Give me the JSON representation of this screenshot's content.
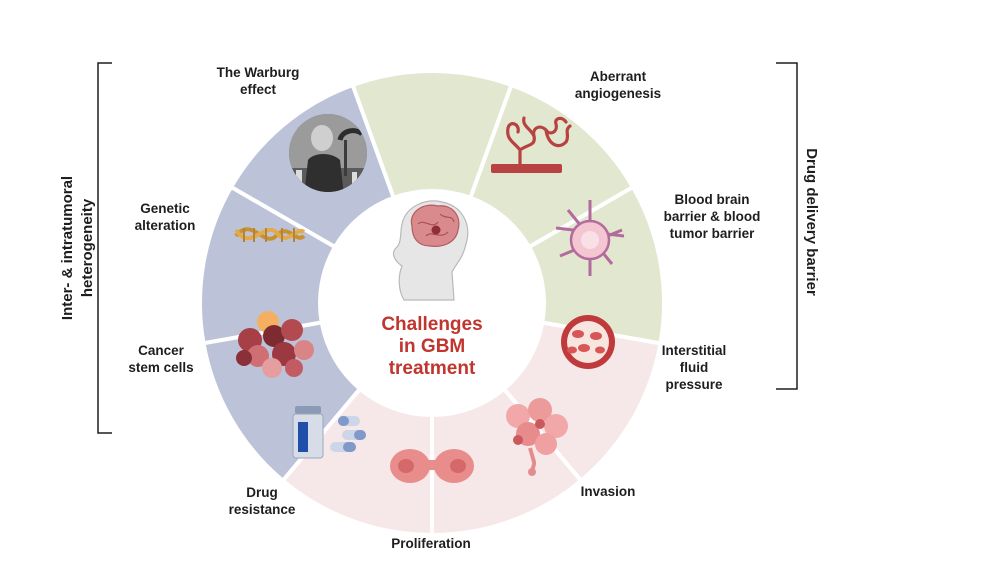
{
  "center": {
    "title_lines": [
      "Challenges",
      "in GBM",
      "treatment"
    ]
  },
  "segments": [
    {
      "id": "warburg",
      "label_lines": [
        "The Warburg",
        "effect"
      ],
      "icon": "warburg-portrait-icon",
      "group": "heterogeneity"
    },
    {
      "id": "genetic",
      "label_lines": [
        "Genetic",
        "alteration"
      ],
      "icon": "dna-helix-icon",
      "group": "heterogeneity"
    },
    {
      "id": "stem",
      "label_lines": [
        "Cancer",
        "stem cells"
      ],
      "icon": "cancer-cell-cluster-icon",
      "group": "heterogeneity"
    },
    {
      "id": "drug",
      "label_lines": [
        "Drug",
        "resistance"
      ],
      "icon": "pill-bottle-icon",
      "group": "resistance"
    },
    {
      "id": "prolif",
      "label_lines": [
        "Proliferation"
      ],
      "icon": "dividing-cell-icon",
      "group": "resistance"
    },
    {
      "id": "invasion",
      "label_lines": [
        "Invasion"
      ],
      "icon": "invading-cells-icon",
      "group": "resistance"
    },
    {
      "id": "ifp",
      "label_lines": [
        "Interstitial",
        "fluid",
        "pressure"
      ],
      "icon": "blood-vessel-cross-section-icon",
      "group": "delivery"
    },
    {
      "id": "bbb",
      "label_lines": [
        "Blood brain",
        "barrier & blood",
        "tumor barrier"
      ],
      "icon": "endothelial-cell-icon",
      "group": "delivery"
    },
    {
      "id": "angio",
      "label_lines": [
        "Aberrant",
        "angiogenesis"
      ],
      "icon": "angiogenic-vessel-icon",
      "group": "delivery"
    }
  ],
  "brackets": {
    "left_label_lines": [
      "Inter- &  intratumoral",
      "heterogeneity"
    ],
    "right_label": "Drug delivery barrier"
  },
  "colors": {
    "heterogeneity": "#bcc3d9",
    "resistance": "#f6e8e8",
    "delivery": "#e2e7cf",
    "title": "#c0352e"
  }
}
